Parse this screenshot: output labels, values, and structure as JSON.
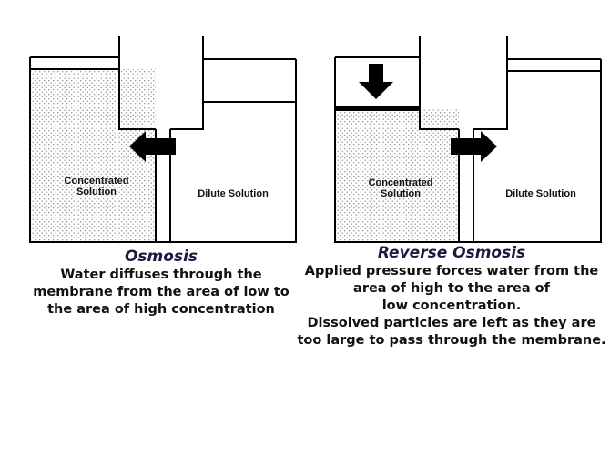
{
  "colors": {
    "ink": "#000000",
    "title": "#1a1a40",
    "stipple": "#8a8a8a",
    "background": "#ffffff"
  },
  "icons": {
    "flow_arrow": "block-arrow-icon",
    "pressure_arrow": "down-arrow-icon"
  },
  "osmosis": {
    "label_concentrated_line1": "Concentrated",
    "label_concentrated_line2": "Solution",
    "label_dilute": "Dilute Solution",
    "title": "Osmosis",
    "description_lines": [
      "Water diffuses through the",
      "membrane from the area of low to",
      "the area of high concentration"
    ]
  },
  "reverse_osmosis": {
    "label_concentrated_line1": "Concentrated",
    "label_concentrated_line2": "Solution",
    "label_dilute": "Dilute Solution",
    "title": "Reverse Osmosis",
    "description_lines": [
      "Applied pressure forces water from the",
      "area of high to the area of",
      "low concentration.",
      "Dissolved particles are left as they are",
      "too large to pass through the membrane."
    ]
  }
}
